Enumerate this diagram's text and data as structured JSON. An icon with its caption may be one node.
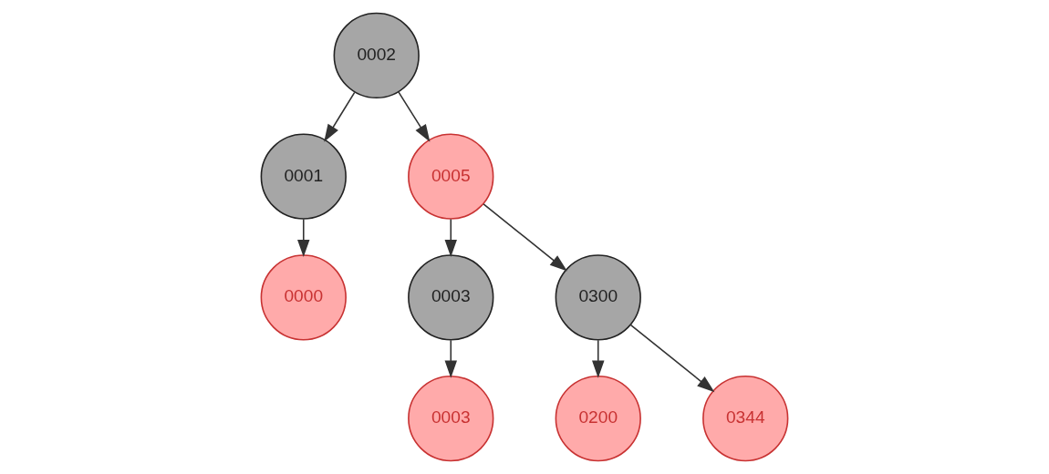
{
  "diagram": {
    "nodes": [
      {
        "text": [
          "0002"
        ]
      },
      {
        "text": [
          "0001"
        ]
      },
      {
        "text": [
          "0005"
        ]
      },
      {
        "text": [
          "0000"
        ]
      },
      {
        "text": [
          "0003"
        ]
      },
      {
        "text": [
          "0300"
        ]
      },
      {
        "text": [
          "0003"
        ]
      },
      {
        "text": [
          "0200"
        ]
      },
      {
        "text": [
          "0344"
        ]
      }
    ],
    "edges": [
      {
        "from": 0,
        "to": 1,
        "arrow": "to"
      },
      {
        "from": 0,
        "to": 2,
        "arrow": "to"
      },
      {
        "from": 1,
        "to": 3,
        "arrow": "to"
      },
      {
        "from": 2,
        "to": 4,
        "arrow": "to"
      },
      {
        "from": 2,
        "to": 5,
        "arrow": "to"
      },
      {
        "from": 4,
        "to": 6,
        "arrow": "to"
      },
      {
        "from": 5,
        "to": 7,
        "arrow": "to"
      },
      {
        "from": 5,
        "to": 8,
        "arrow": "to"
      }
    ]
  }
}
